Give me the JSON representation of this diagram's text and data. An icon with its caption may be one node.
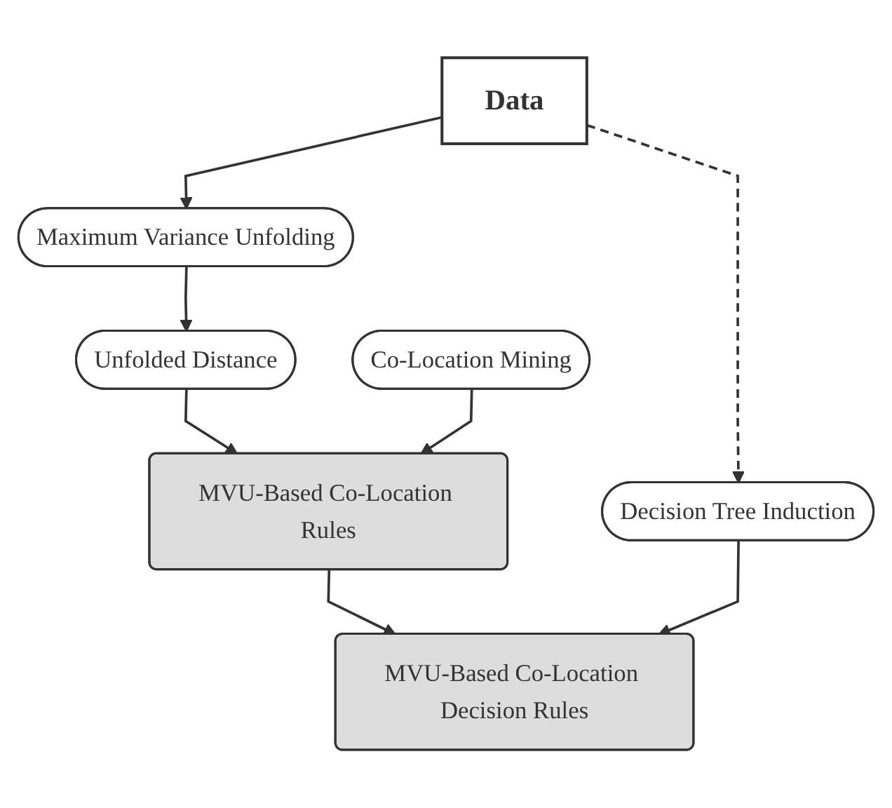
{
  "diagram": {
    "nodes": [
      {
        "text": [
          "Data"
        ]
      },
      {
        "text": [
          "Maximum Variance Unfolding"
        ]
      },
      {
        "text": [
          "Unfolded Distance"
        ]
      },
      {
        "text": [
          "Co-Location Mining"
        ]
      },
      {
        "text": [
          "MVU-Based Co-Location Rules"
        ]
      },
      {
        "text": [
          "Decision Tree Induction"
        ]
      },
      {
        "text": [
          "MVU-Based Co-Location Decision Rules"
        ]
      }
    ],
    "edges": [
      {
        "from": 0,
        "to": 1,
        "arrow": "to"
      },
      {
        "from": 0,
        "to": 5,
        "arrow": "to",
        "style": "dashed"
      },
      {
        "from": 1,
        "to": 2,
        "arrow": "to"
      },
      {
        "from": 2,
        "to": 4,
        "arrow": "to"
      },
      {
        "from": 3,
        "to": 4,
        "arrow": "to"
      },
      {
        "from": 4,
        "to": 6,
        "arrow": "to"
      },
      {
        "from": 5,
        "to": 6,
        "arrow": "to"
      }
    ]
  }
}
